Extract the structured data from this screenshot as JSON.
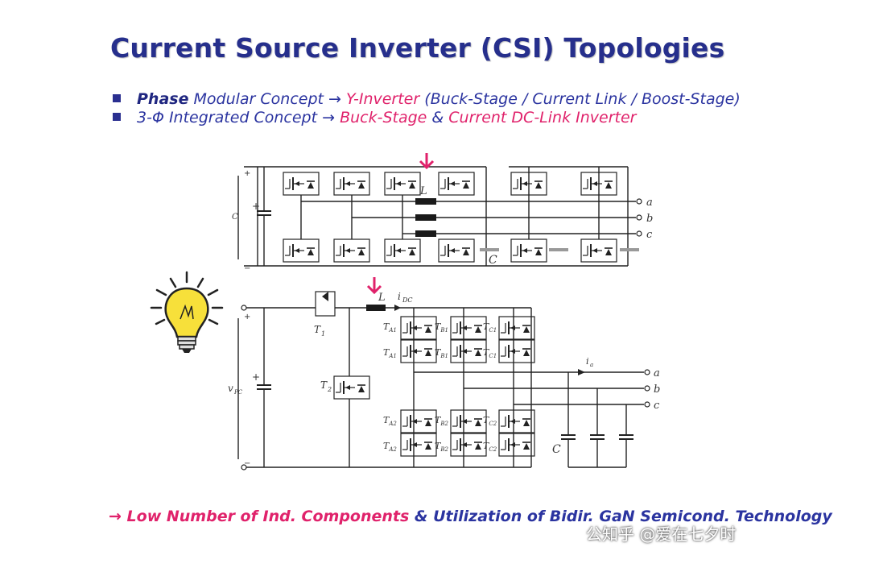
{
  "title": "Current Source Inverter (CSI) Topologies",
  "bullets": [
    {
      "part1": "Phase",
      "part2": " Modular Concept ",
      "arrow": "→",
      "part3": " Y-Inverter",
      "part4": " (Buck-Stage / Current Link / Boost-Stage)"
    },
    {
      "part1": "3-Φ Integrated Concept ",
      "arrow": "→",
      "part2": " Buck-Stage",
      "part3": " & ",
      "part4": "Current DC-Link Inverter"
    }
  ],
  "bottom": {
    "arrow": "→",
    "pink_text": " Low Number of Ind. Components",
    "amp": "  &  ",
    "navy_text": " Utilization of Bidir. GaN Semicond. Technology"
  },
  "watermark": "公知乎 @爱在七夕时",
  "diagram_top": {
    "inductor_label": "L",
    "cap_label_left": "C",
    "cap_label_output": "C",
    "outputs": [
      "a",
      "b",
      "c"
    ],
    "plus": "+",
    "minus": "−"
  },
  "diagram_bottom": {
    "inductor_label": "L",
    "current_label": "i",
    "current_sub": "DC",
    "source_label": "v",
    "source_sub": "PC",
    "switch_t1": "T",
    "switch_t1_sub": "1",
    "switch_t2": "T",
    "switch_t2_sub": "2",
    "phase_current": "i",
    "phase_current_sub": "a",
    "cap_label": "C",
    "outputs": [
      "a",
      "b",
      "c"
    ],
    "upper_switches": [
      "A1",
      "B1",
      "C1"
    ],
    "lower_switches": [
      "A2",
      "B2",
      "C2"
    ],
    "plus": "+",
    "minus": "−"
  },
  "colors": {
    "title": "#262f8c",
    "navy": "#2b34a0",
    "pink": "#e0226b",
    "bulb": "#f7e03a"
  },
  "icons": [
    "lightbulb-icon",
    "down-arrow-icon"
  ]
}
